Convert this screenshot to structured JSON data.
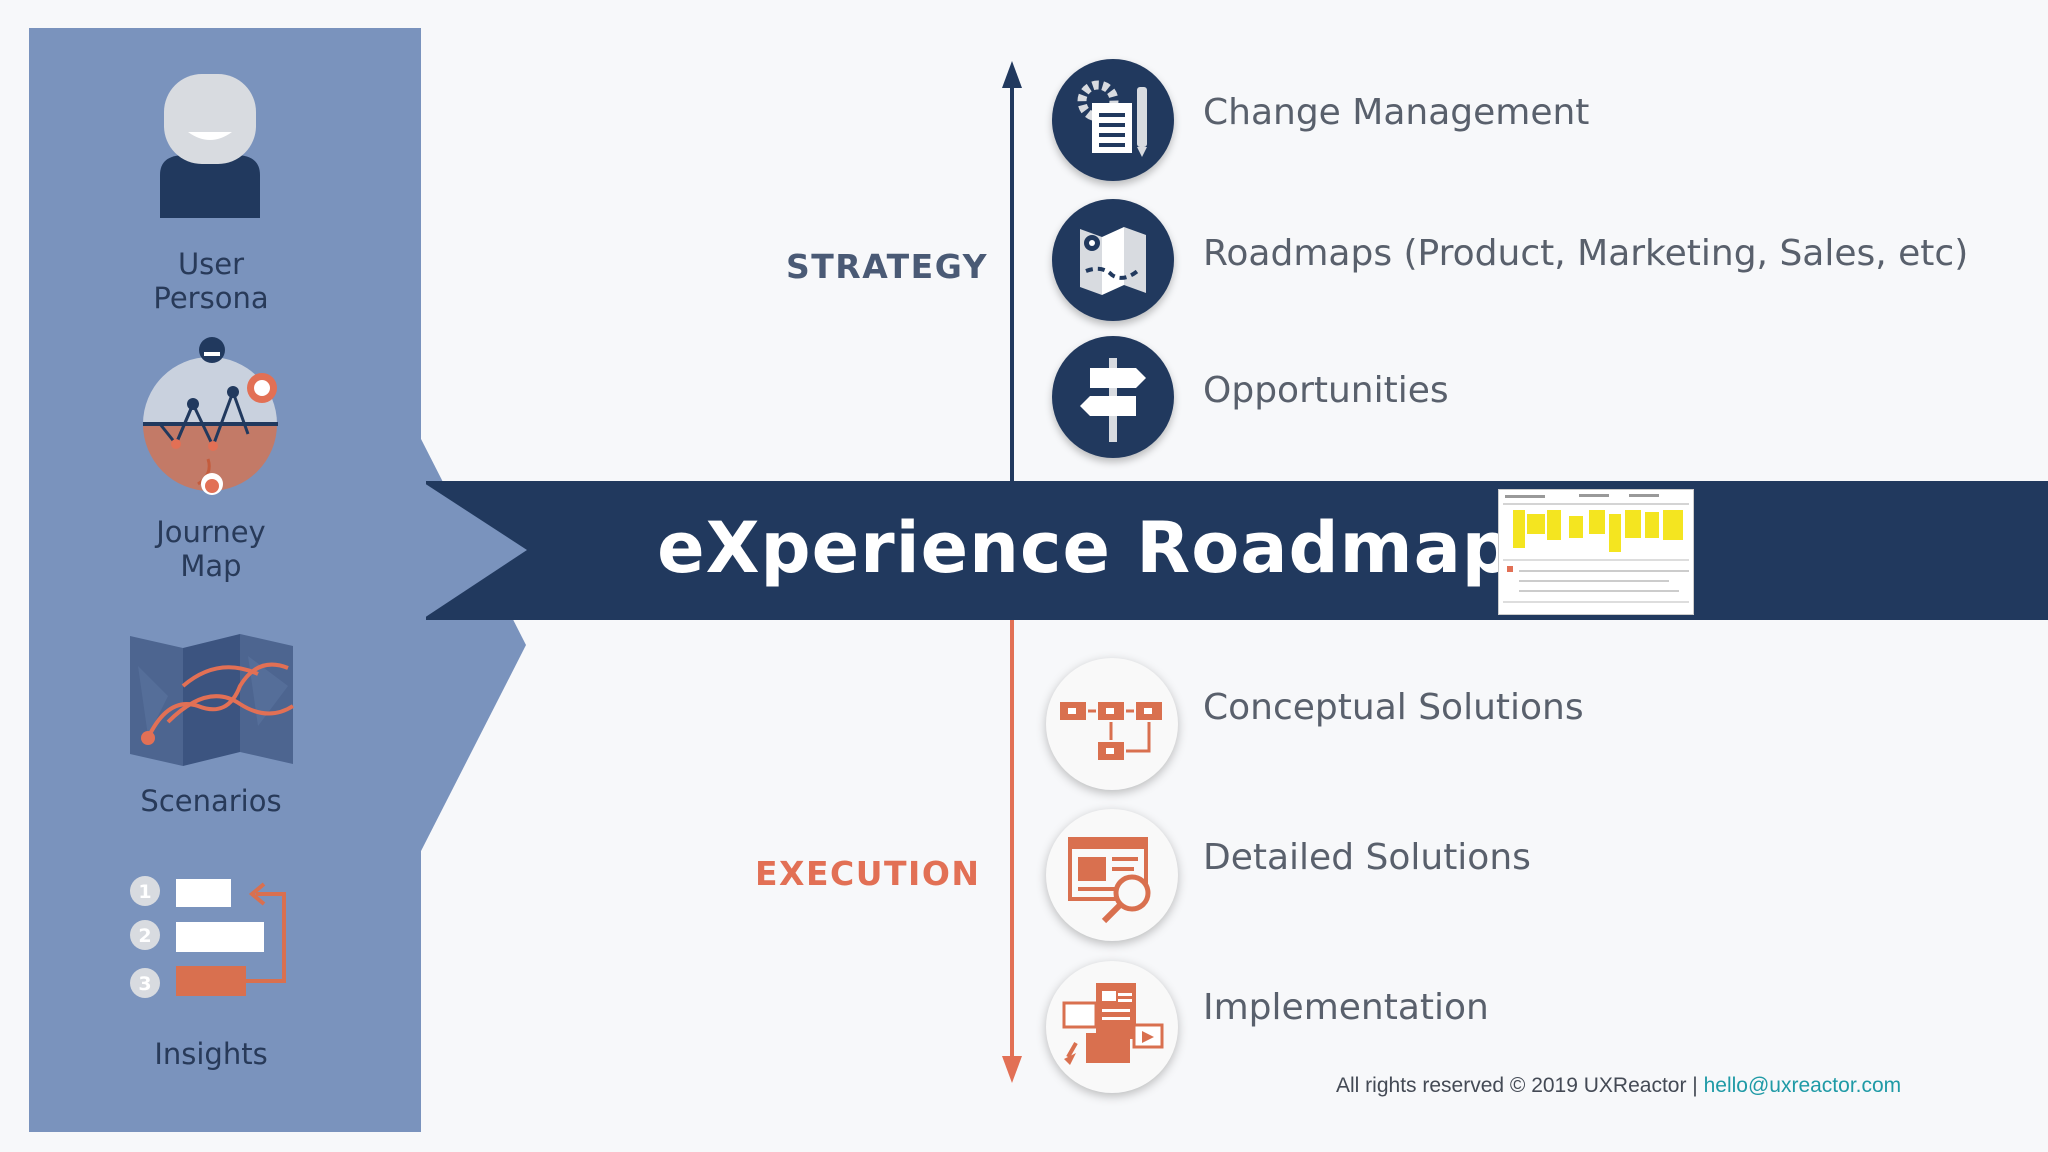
{
  "title": "eXperience Roadmap",
  "sidebar": {
    "items": [
      {
        "label_line1": "User",
        "label_line2": "Persona",
        "icon": "user-persona-icon"
      },
      {
        "label_line1": "Journey",
        "label_line2": "Map",
        "icon": "journey-map-icon"
      },
      {
        "label_line1": "Scenarios",
        "icon": "scenarios-map-icon"
      },
      {
        "label_line1": "Insights",
        "icon": "insights-list-icon",
        "steps": [
          "1",
          "2",
          "3"
        ]
      }
    ]
  },
  "strategy": {
    "label": "STRATEGY",
    "items": [
      {
        "label": "Change Management",
        "icon": "gear-document-icon"
      },
      {
        "label": "Roadmaps (Product, Marketing, Sales, etc)",
        "icon": "map-icon"
      },
      {
        "label": "Opportunities",
        "icon": "signpost-icon"
      }
    ]
  },
  "execution": {
    "label": "EXECUTION",
    "items": [
      {
        "label": "Conceptual Solutions",
        "icon": "flowchart-icon"
      },
      {
        "label": "Detailed Solutions",
        "icon": "magnified-layout-icon"
      },
      {
        "label": "Implementation",
        "icon": "implementation-icon"
      }
    ]
  },
  "footer": {
    "copyright": "All rights reserved © 2019 UXReactor |",
    "email": "hello@uxreactor.com"
  },
  "colors": {
    "panel": "#7a93bd",
    "band": "#21395e",
    "strategy": "#4a5a75",
    "execution": "#e27055",
    "accent_orange": "#d9704f"
  }
}
